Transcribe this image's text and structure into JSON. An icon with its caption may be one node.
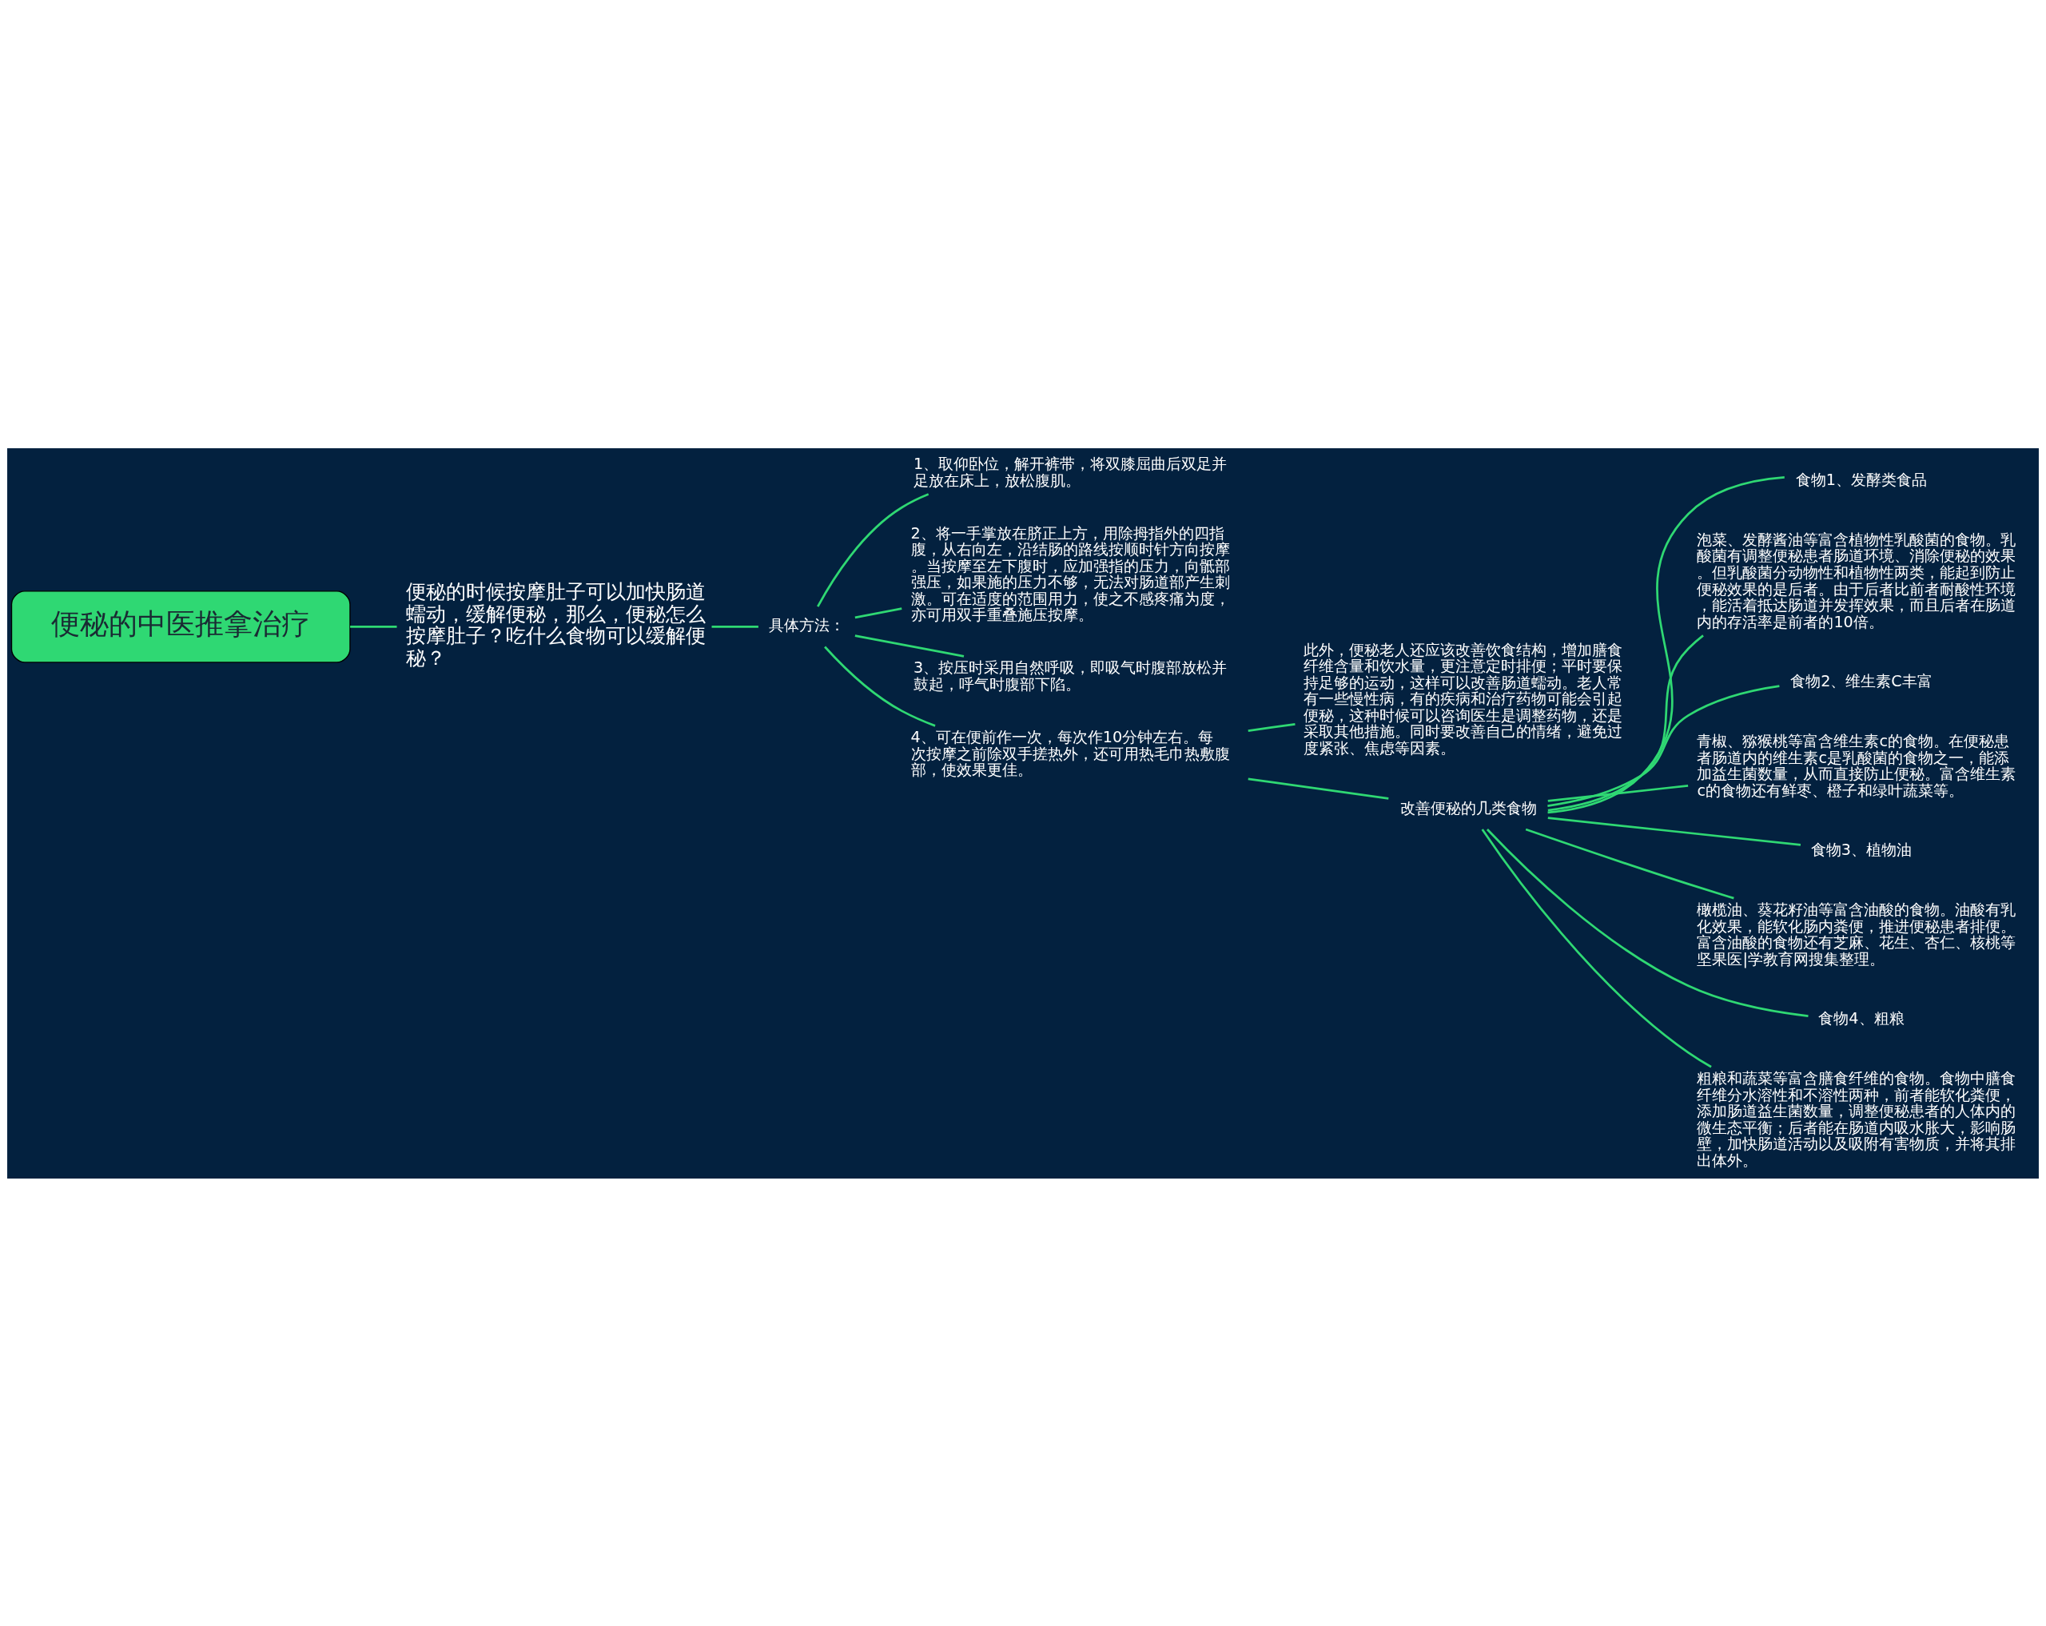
{
  "diagram": {
    "nodes": [
      {
        "text": [
          "便秘的中医推拿治疗"
        ]
      },
      {
        "text": [
          "便秘的时候按摩肚子可以加快肠道蠕动，缓解便秘，那么，便秘怎么按摩肚子？吃什么食物可以缓解便秘？"
        ]
      },
      {
        "text": [
          "具体方法："
        ]
      },
      {
        "text": [
          "1、取仰卧位，解开裤带，将双膝屈曲后双足并足放在床上，放松腹肌。"
        ]
      },
      {
        "text": [
          "2、将一手掌放在脐正上方，用除拇指外的四指腹，从右向左，沿结肠的路线按顺时针方向按摩。当按摩至左下腹时，应加强指的压力，向骶部强压，如果施的压力不够，无法对肠道部产生刺激。可在适度的范围用力，使之不感疼痛为度，亦可用双手重叠施压按摩。"
        ]
      },
      {
        "text": [
          "3、按压时采用自然呼吸，即吸气时腹部放松并鼓起，呼气时腹部下陷。"
        ]
      },
      {
        "text": [
          "4、可在便前作一次，每次作10分钟左右。每次按摩之前除双手搓热外，还可用热毛巾热敷腹部，使效果更佳。"
        ]
      },
      {
        "text": [
          "此外，便秘老人还应该改善饮食结构，增加膳食纤维含量和饮水量，更注意定时排便；平时要保持足够的运动，这样可以改善肠道蠕动。老人常有一些慢性病，有的疾病和治疗药物可能会引起便秘，这种时候可以咨询医生是调整药物，还是采取其他措施。同时要改善自己的情绪，避免过度紧张、焦虑等因素。"
        ]
      },
      {
        "text": [
          "改善便秘的几类食物"
        ]
      },
      {
        "text": [
          "食物1、发酵类食品"
        ]
      },
      {
        "text": [
          "泡菜、发酵酱油等富含植物性乳酸菌的食物。乳酸菌有调整便秘患者肠道环境、消除便秘的效果。但乳酸菌分动物性和植物性两类，能起到防止便秘效果的是后者。由于后者比前者耐酸性环境，能活着抵达肠道并发挥效果，而且后者在肠道内的存活率是前者的10倍。"
        ]
      },
      {
        "text": [
          "食物2、维生素C丰富"
        ]
      },
      {
        "text": [
          "青椒、猕猴桃等富含维生素c的食物。在便秘患者肠道内的维生素c是乳酸菌的食物之一，能添加益生菌数量，从而直接防止便秘。富含维生素c的食物还有鲜枣、橙子和绿叶蔬菜等。"
        ]
      },
      {
        "text": [
          "食物3、植物油"
        ]
      },
      {
        "text": [
          "橄榄油、葵花籽油等富含油酸的食物。油酸有乳化效果，能软化肠内粪便，推进便秘患者排便。富含油酸的食物还有芝麻、花生、杏仁、核桃等坚果医|学教育网搜集整理。"
        ]
      },
      {
        "text": [
          "食物4、粗粮"
        ]
      },
      {
        "text": [
          "粗粮和蔬菜等富含膳食纤维的食物。食物中膳食纤维分水溶性和不溶性两种，前者能软化粪便，添加肠道益生菌数量，调整便秘患者的人体内的微生态平衡；后者能在肠道内吸水胀大，影响肠壁，加快肠道活动以及吸附有害物质，并将其排出体外。"
        ]
      }
    ],
    "edges": [
      {
        "from": 0,
        "to": 1,
        "arrow": "none"
      },
      {
        "from": 1,
        "to": 2,
        "arrow": "none"
      },
      {
        "from": 2,
        "to": 3,
        "arrow": "none"
      },
      {
        "from": 2,
        "to": 4,
        "arrow": "none"
      },
      {
        "from": 2,
        "to": 5,
        "arrow": "none"
      },
      {
        "from": 2,
        "to": 6,
        "arrow": "none"
      },
      {
        "from": 6,
        "to": 7,
        "arrow": "none"
      },
      {
        "from": 6,
        "to": 8,
        "arrow": "none"
      },
      {
        "from": 8,
        "to": 9,
        "arrow": "none"
      },
      {
        "from": 8,
        "to": 10,
        "arrow": "none"
      },
      {
        "from": 8,
        "to": 11,
        "arrow": "none"
      },
      {
        "from": 8,
        "to": 12,
        "arrow": "none"
      },
      {
        "from": 8,
        "to": 13,
        "arrow": "none"
      },
      {
        "from": 8,
        "to": 14,
        "arrow": "none"
      },
      {
        "from": 8,
        "to": 15,
        "arrow": "none"
      },
      {
        "from": 8,
        "to": 16,
        "arrow": "none"
      }
    ]
  }
}
